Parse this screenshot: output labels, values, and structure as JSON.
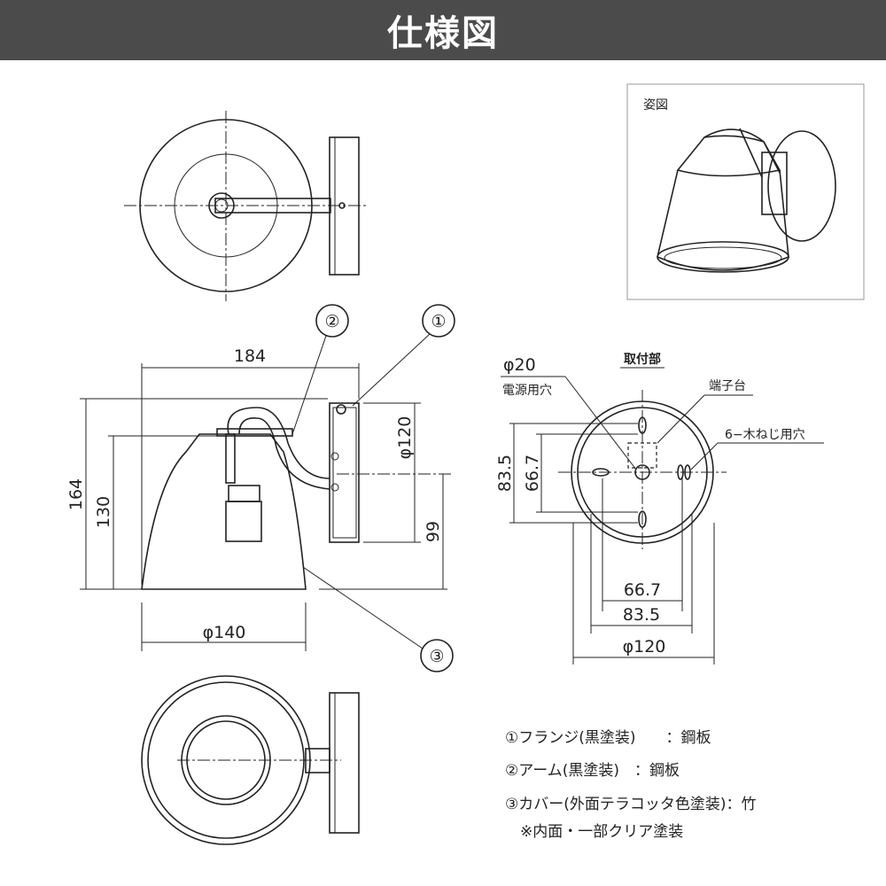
{
  "header": {
    "title": "仕様図"
  },
  "perspective": {
    "label": "姿図"
  },
  "side_view": {
    "width": "184",
    "height_total": "164",
    "height_shade": "130",
    "flange_dia": "φ120",
    "flange_offset": "99",
    "shade_dia": "φ140",
    "callouts": [
      "①",
      "②",
      "③"
    ]
  },
  "mount_view": {
    "title": "取付部",
    "hole_dia": "φ20",
    "hole_label": "電源用穴",
    "terminal_label": "端子台",
    "screw_label": "6−木ねじ用穴",
    "v_outer": "83.5",
    "v_inner": "66.7",
    "h_inner": "66.7",
    "h_outer": "83.5",
    "dia": "φ120"
  },
  "parts": [
    "①フランジ(黒塗装)　　：鋼板",
    "②アーム(黒塗装)　：鋼板",
    "③カバー(外面テラコッタ色塗装)：竹",
    "　※内面・一部クリア塗装"
  ]
}
